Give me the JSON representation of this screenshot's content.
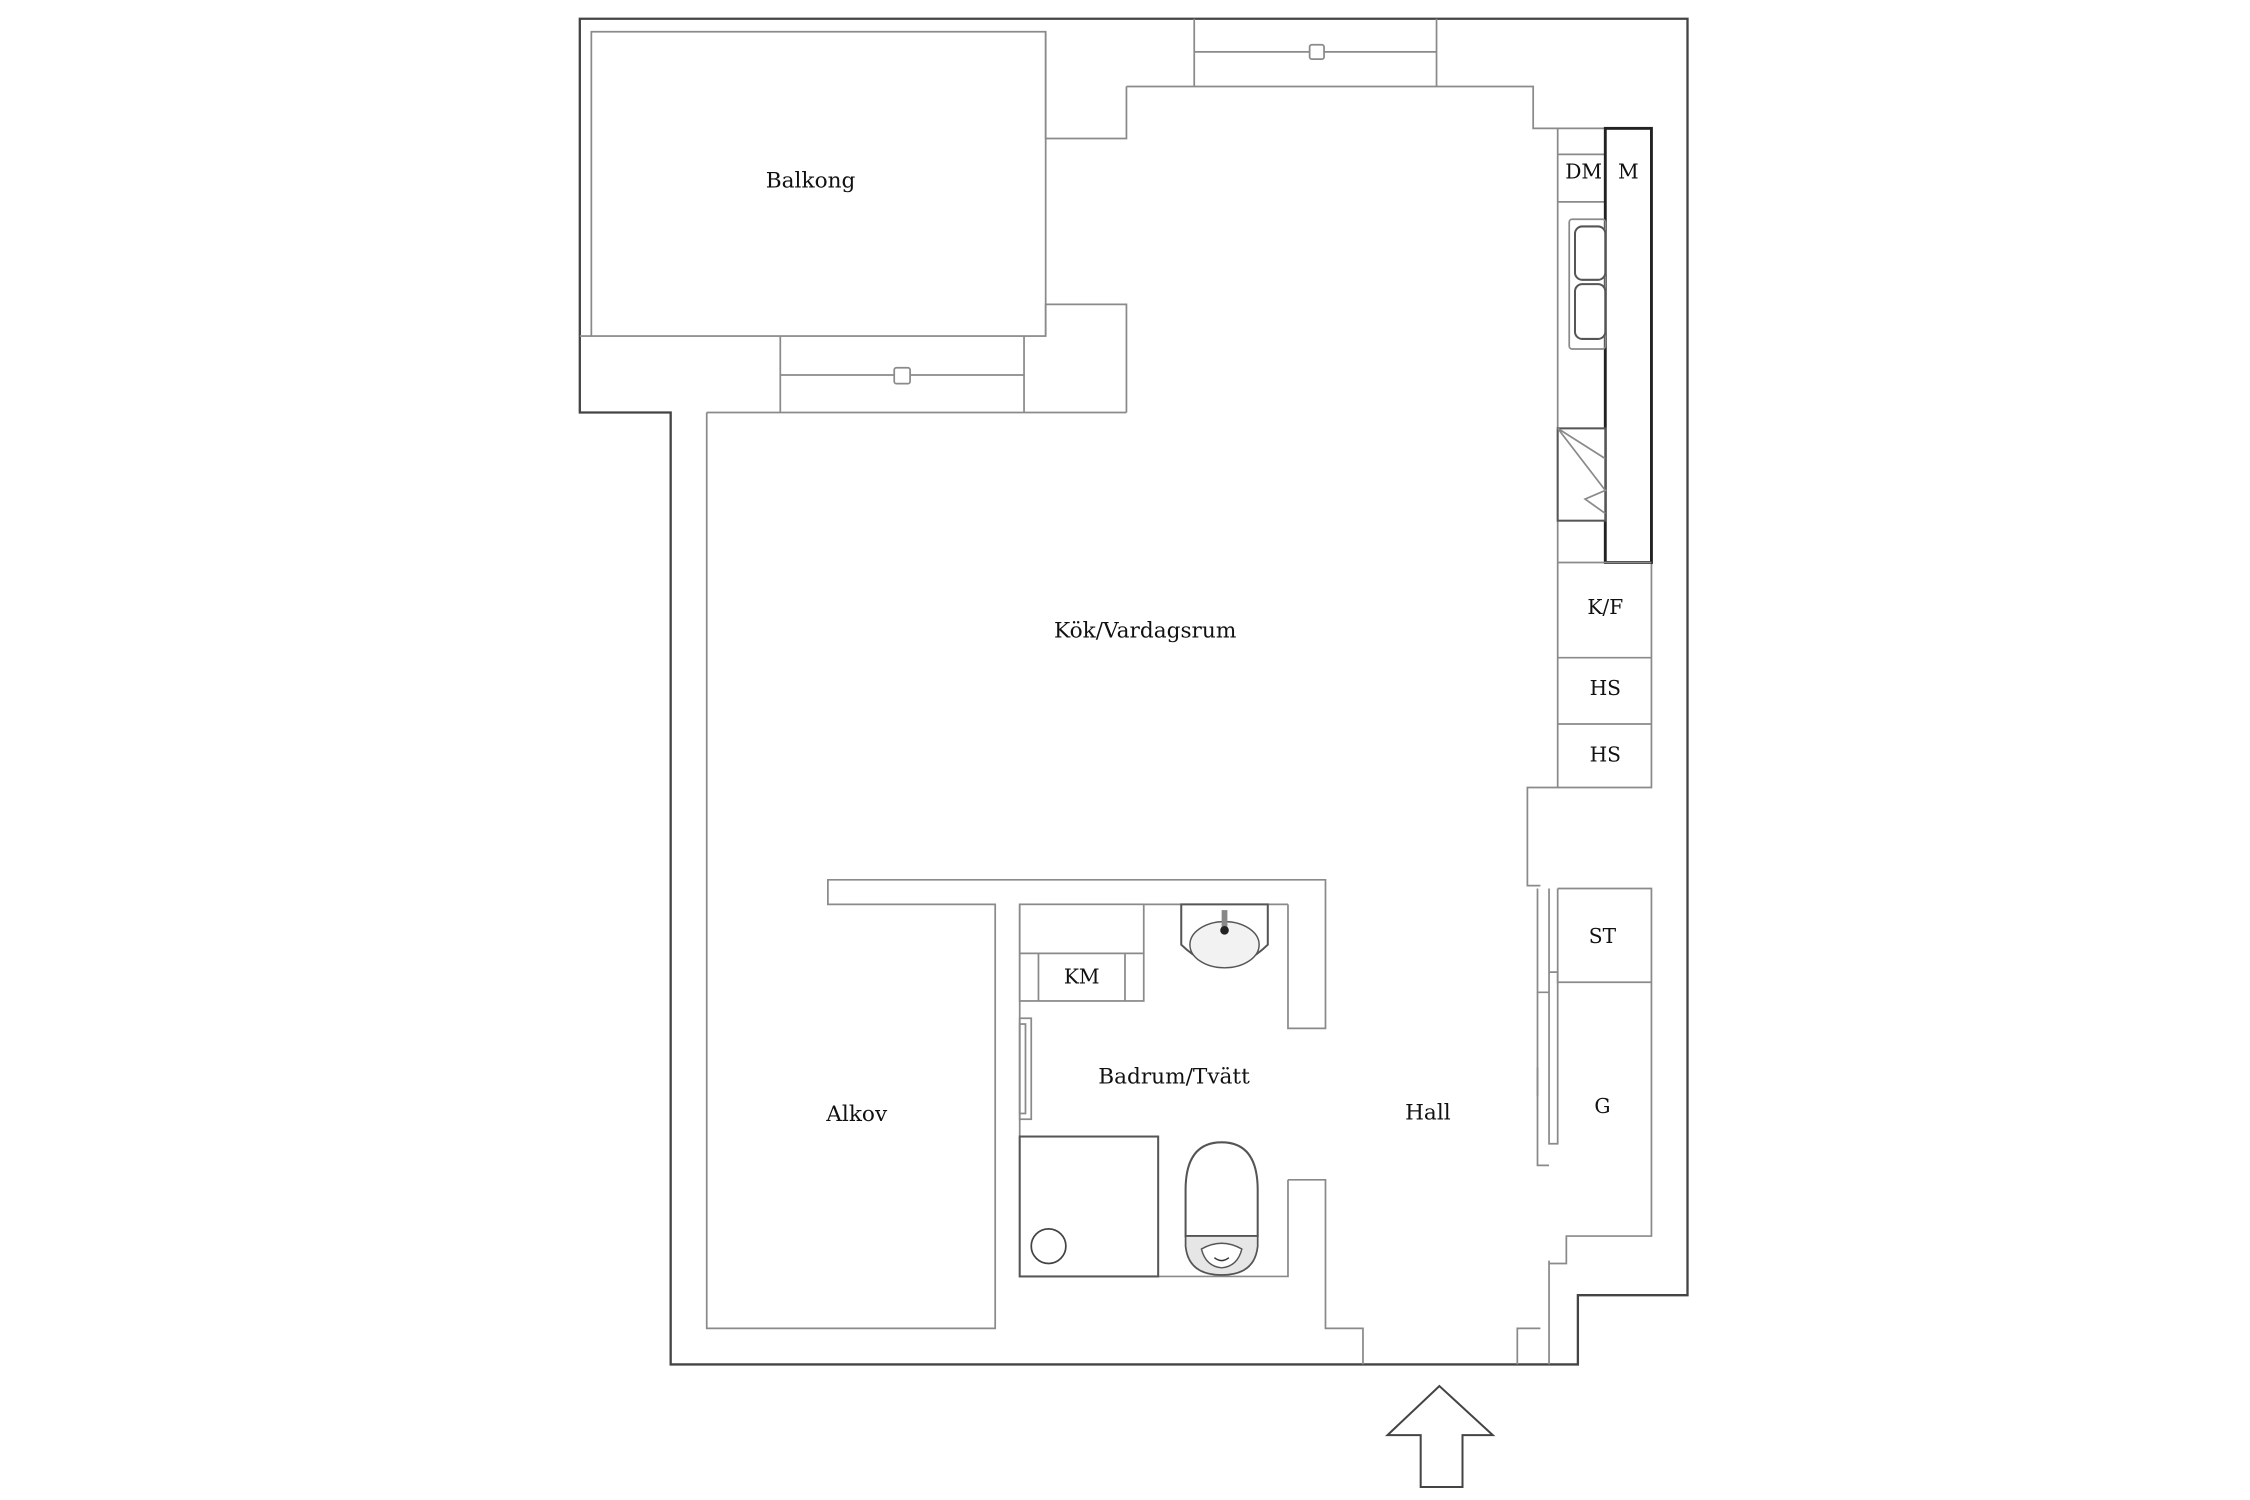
{
  "plan": {
    "rooms": [
      {
        "id": "balkong",
        "label": "Balkong"
      },
      {
        "id": "kok-vardagsrum",
        "label": "Kök/Vardagsrum"
      },
      {
        "id": "alkov",
        "label": "Alkov"
      },
      {
        "id": "badrum-tvatt",
        "label": "Badrum/Tvätt"
      },
      {
        "id": "hall",
        "label": "Hall"
      }
    ],
    "fixtures": [
      {
        "id": "dm",
        "label": "DM"
      },
      {
        "id": "m",
        "label": "M"
      },
      {
        "id": "kf",
        "label": "K/F"
      },
      {
        "id": "hs1",
        "label": "HS"
      },
      {
        "id": "hs2",
        "label": "HS"
      },
      {
        "id": "st",
        "label": "ST"
      },
      {
        "id": "g",
        "label": "G"
      },
      {
        "id": "km",
        "label": "KM"
      }
    ],
    "icons": [
      "kitchen-sink-icon",
      "stove-icon",
      "washbasin-icon",
      "toilet-icon",
      "shower-icon",
      "entrance-arrow-icon",
      "window-icon"
    ],
    "colors": {
      "wall": "#444444",
      "line": "#8a8a8a",
      "background": "#ffffff"
    }
  }
}
